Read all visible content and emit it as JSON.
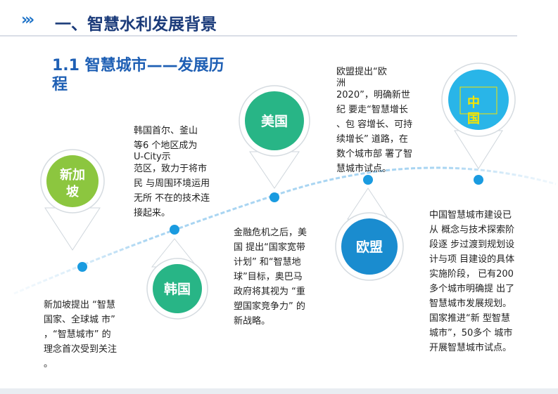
{
  "header": {
    "arrows": "›››",
    "title": "一、智慧水利发展背景"
  },
  "section": {
    "title": "1.1 智慧城市——发展历程"
  },
  "milestones": {
    "singapore": {
      "label_line1": "新加",
      "label_line2": "坡",
      "color": "#8cc63f",
      "text_lines": [
        "新加坡提出 “智慧",
        "国家、全球城 市”",
        "，“智慧城市” 的",
        "理念首次受到关注",
        "。"
      ]
    },
    "korea": {
      "label": "韩国",
      "color": "#28b586",
      "text_lines": [
        "韩国首尔、釜山",
        "等6 个地区成为",
        "U-City示",
        "范区，致力于将市",
        "民 与周围环境运用",
        "无所 不在的技术连",
        "接起来。"
      ]
    },
    "usa": {
      "label": "美国",
      "color": "#28b586",
      "text_lines": [
        "金融危机之后，美",
        "国 提出“国家宽带",
        "计划” 和“智慧地",
        "球”目标，奥巴马",
        "政府将其视为 “重",
        "塑国家竞争力” 的",
        "新战略。"
      ]
    },
    "eu": {
      "label": "欧盟",
      "color": "#1a8ccf",
      "text_lines": [
        "欧盟提出“欧",
        "洲",
        "2020”，明确新世",
        "纪 要走“智慧增长",
        "、包 容增长、可持",
        "续增长” 道路，在",
        "数个城市部 署了智",
        "慧城市试点。"
      ]
    },
    "china": {
      "label_line1": "中",
      "label_line2": "国",
      "color": "#29b5e8",
      "label_color": "#f5e400",
      "text_lines": [
        "中国智慧城市建设已",
        "从 概念与技术探索阶",
        "段逐 步过渡到规划设",
        "计与项 目建设的具体",
        "实施阶段， 已有200",
        "多个城市明确提 出了",
        "智慧城市发展规划。",
        "国家推进“新 型智慧",
        "城市”，50多个 城市",
        "开展智慧城市试点。"
      ]
    }
  },
  "colors": {
    "title_blue": "#1e5fb4",
    "header_navy": "#1b3b7a",
    "timeline_dot": "#1a9be0"
  }
}
